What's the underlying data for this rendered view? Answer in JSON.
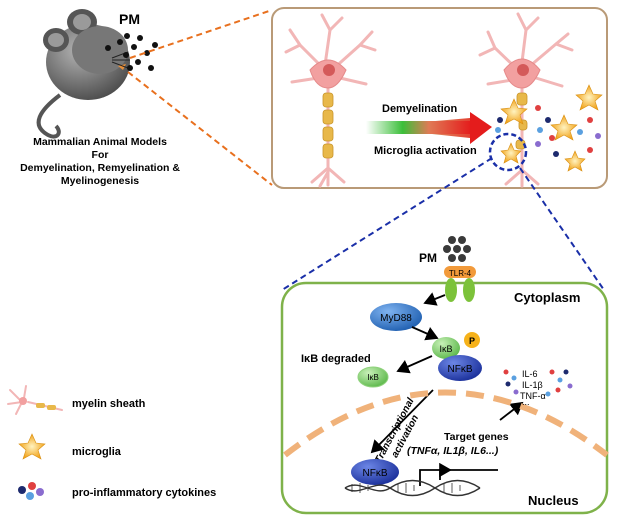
{
  "model": {
    "pm_label": "PM",
    "caption": [
      "Mammalian Animal Models",
      "For",
      "Demyelination, Remyelination &",
      "Myelinogenesis"
    ]
  },
  "brain_panel": {
    "demyelination": "Demyelination",
    "microglia_activation": "Microglia  activation"
  },
  "cell": {
    "pm_label": "PM",
    "tlr4": "TLR-4",
    "cytoplasm": "Cytoplasm",
    "myd88": "MyD88",
    "ikb": "IκB",
    "p": "P",
    "nfkb": "NFκB",
    "nfkb_nucleus": "NFκB",
    "ikb_degraded": "IκB degraded",
    "ikb_small": "IκB",
    "transcriptional": "Transcriptional",
    "activation": "activation",
    "target_genes": "Target genes",
    "target_list": "(TNFα, IL1β, IL6...)",
    "cytokines": [
      "IL-6",
      "IL-1β",
      "TNF-α",
      "..."
    ],
    "nucleus": "Nucleus"
  },
  "legend": [
    {
      "icon": "myelin-sheath-icon",
      "label": "myelin sheath"
    },
    {
      "icon": "microglia-icon",
      "label": "microglia"
    },
    {
      "icon": "cytokines-icon",
      "label": "pro-inflammatory cytokines"
    }
  ],
  "colors": {
    "neuron": "#f2b6b6",
    "myelin": "#e8b84a",
    "cell_border": "#7fb24a",
    "nucleus_dash": "#f0b27a",
    "myd88": "#2e77c8",
    "tlr4": "#f29a3a",
    "ikb": "#7dcf6b",
    "nfkb": "#2743b8",
    "phospho": "#f6b21a",
    "panel_border": "#b99a77",
    "red_text": "#e01a1a"
  }
}
